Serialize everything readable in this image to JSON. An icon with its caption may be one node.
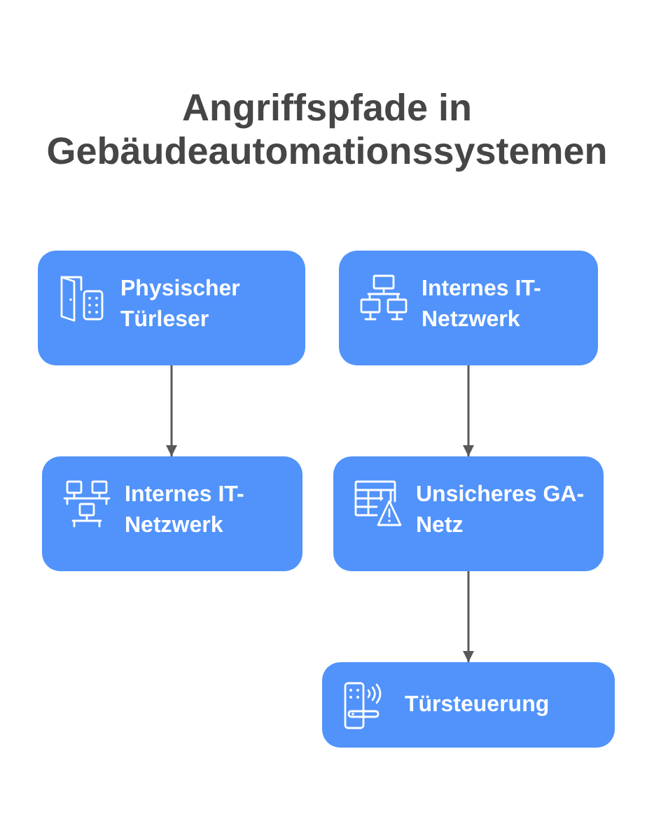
{
  "diagram": {
    "title": "Angriffspfade in Gebäudeautomationssystemen",
    "nodes": [
      {
        "text": [
          "Physischer Türleser"
        ]
      },
      {
        "text": [
          "Internes IT-Netzwerk"
        ]
      },
      {
        "text": [
          "Internes IT-Netzwerk"
        ]
      },
      {
        "text": [
          "Unsicheres GA-Netz"
        ]
      },
      {
        "text": [
          "Türsteuerung"
        ]
      }
    ],
    "edges": [
      {
        "from": 0,
        "to": 2,
        "arrow": "to"
      },
      {
        "from": 1,
        "to": 3,
        "arrow": "to"
      },
      {
        "from": 3,
        "to": 4,
        "arrow": "to"
      }
    ]
  }
}
